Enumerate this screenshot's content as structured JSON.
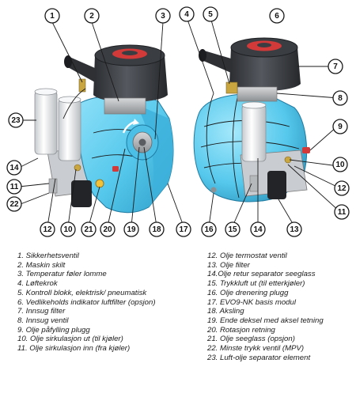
{
  "colors": {
    "body_blue": "#55c8ec",
    "body_blue_dark": "#2f9fc9",
    "body_blue_light": "#8ee0f8",
    "filter_white": "#eef0f2",
    "housing_grey": "#3c3f44",
    "lid_red": "#d23a3a",
    "metal": "#a9acaf",
    "valve_brass": "#c9a640"
  },
  "callouts": [
    {
      "number": "1"
    },
    {
      "number": "2"
    },
    {
      "number": "3"
    },
    {
      "number": "23"
    },
    {
      "number": "14"
    },
    {
      "number": "11"
    },
    {
      "number": "22"
    },
    {
      "number": "12"
    },
    {
      "number": "10"
    },
    {
      "number": "21"
    },
    {
      "number": "20"
    },
    {
      "number": "19"
    },
    {
      "number": "18"
    },
    {
      "number": "17"
    },
    {
      "number": "4"
    },
    {
      "number": "5"
    },
    {
      "number": "6"
    },
    {
      "number": "7"
    },
    {
      "number": "8"
    },
    {
      "number": "9"
    },
    {
      "number": "10"
    },
    {
      "number": "12"
    },
    {
      "number": "11"
    },
    {
      "number": "16"
    },
    {
      "number": "15"
    },
    {
      "number": "14"
    },
    {
      "number": "13"
    }
  ],
  "legend": {
    "left": [
      "1. Sikkerhetsventil",
      "2. Maskin skilt",
      "3. Temperatur føler lomme",
      "4. Løftekrok",
      "5. Kontroll blokk, elektrisk/ pneumatisk",
      "6. Vedlikeholds indikator luftfilter (opsjon)",
      "7. Innsug filter",
      "8. Innsug ventil",
      "9. Olje påfylling plugg",
      "10. Olje sirkulasjon ut (til kjøler)",
      "11. Olje sirkulasjon inn (fra kjøler)"
    ],
    "right": [
      "12. Olje termostat ventil",
      "13. Olje filter",
      "14.Olje retur separator seeglass",
      "15. Trykkluft ut (til etterkjøler)",
      "16. Olje drenering plugg",
      "17. EVO9-NK basis modul",
      "18. Aksling",
      "19. Ende deksel med aksel tetning",
      "20. Rotasjon retning",
      "21. Olje seeglass (opsjon)",
      "22. Minste trykk ventil (MPV)",
      "23. Luft-olje separator element"
    ]
  }
}
